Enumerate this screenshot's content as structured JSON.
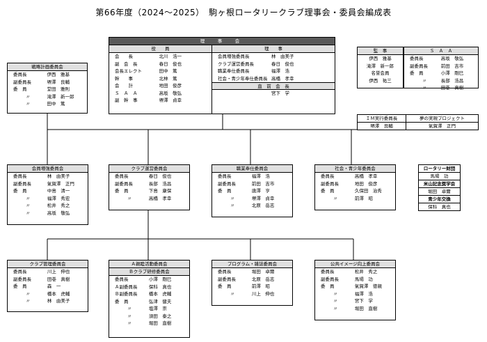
{
  "title": "第66年度（2024〜2025）　駒ヶ根ロータリークラブ理事会・委員会編成表",
  "board": {
    "header": "理　事　会",
    "officers": {
      "header": "役　　員",
      "rows": [
        {
          "role": "会　　長",
          "name": "北川　浩一"
        },
        {
          "role": "副　会　長",
          "name": "春日　俊也"
        },
        {
          "role": "会長エレクト",
          "name": "田中　篤"
        },
        {
          "role": "幹　　事",
          "name": "北林　篤"
        },
        {
          "role": "会　　計",
          "name": "地田　俊彦"
        },
        {
          "role": "Ｓ　Ａ　Ａ",
          "name": "高坂　敬弘"
        },
        {
          "role": "副　幹　事",
          "name": "堺澤　貞幸"
        }
      ]
    },
    "directors": {
      "header": "理　　事",
      "rows": [
        {
          "role": "会員増強委員長",
          "name": "林　由美子"
        },
        {
          "role": "クラブ運営委員長",
          "name": "春日　俊也"
        },
        {
          "role": "職業奉仕委員長",
          "name": "福澤　浩"
        },
        {
          "role": "社会・青少年奉仕委員長",
          "name": "高橋　孝幸"
        }
      ]
    },
    "past_president": {
      "header": "直　前　会　長",
      "name": "宮下　学"
    }
  },
  "strategy": {
    "header": "戦略計画委員会",
    "rows": [
      {
        "role": "委員長",
        "name": "伊西　雅基"
      },
      {
        "role": "副委員長",
        "name": "堺澤　良輔"
      },
      {
        "role": "委　員",
        "name": "堂田　雅則"
      },
      {
        "role": "〃",
        "name": "滝澤　新一郎"
      },
      {
        "role": "〃",
        "name": "田中　篤"
      }
    ]
  },
  "auditors": {
    "header": "監　事",
    "names": [
      "伊西　雅基",
      "滝澤　新一郎",
      "名誉会員",
      "伊西　祐三"
    ]
  },
  "saa": {
    "header": "Ｓ　Ａ　Ａ",
    "rows": [
      {
        "role": "委員長",
        "name": "高坂　敬弘"
      },
      {
        "role": "副委員長",
        "name": "前田　吉市"
      },
      {
        "role": "委　員",
        "name": "小澤　剛巳"
      },
      {
        "role": "〃",
        "name": "長部　浩昌"
      },
      {
        "role": "〃",
        "name": "田巻　真樹"
      }
    ]
  },
  "im": {
    "left_header": "ＩＭ実行委員長",
    "right_header": "夢の実現プロジェクト",
    "left_name": "堺澤　良輔",
    "right_name": "氣賀澤　正門"
  },
  "special": {
    "rows": [
      {
        "text": "ロータリー財団",
        "bold": true
      },
      {
        "text": "馬場　功",
        "bold": false
      },
      {
        "text": "米山記念奨学会",
        "bold": true
      },
      {
        "text": "堀田　卓爾",
        "bold": false
      },
      {
        "text": "青少年交換",
        "bold": true
      },
      {
        "text": "保科　真也",
        "bold": false
      }
    ]
  },
  "committees_mid": [
    {
      "header": "会員増強委員会",
      "rows": [
        {
          "role": "委員長",
          "name": "林　由美子"
        },
        {
          "role": "副委員長",
          "name": "氣賀澤　正門"
        },
        {
          "role": "委　員",
          "name": "中島　清一"
        },
        {
          "role": "〃",
          "name": "福澤　秀宏"
        },
        {
          "role": "〃",
          "name": "松井　秀之"
        },
        {
          "role": "〃",
          "name": "高坂　敬弘"
        }
      ]
    },
    {
      "header": "クラブ運営委員会",
      "rows": [
        {
          "role": "委員長",
          "name": "春日　俊也"
        },
        {
          "role": "副委員長",
          "name": "長部　浩昌"
        },
        {
          "role": "委　員",
          "name": "下島　康保"
        },
        {
          "role": "〃",
          "name": "高橋　孝幸"
        }
      ]
    },
    {
      "header": "職業奉仕委員会",
      "rows": [
        {
          "role": "委員長",
          "name": "福澤　浩"
        },
        {
          "role": "副委員長",
          "name": "前田　吉市"
        },
        {
          "role": "委　員",
          "name": "唐澤　亨"
        },
        {
          "role": "〃",
          "name": "堺澤　貞幸"
        },
        {
          "role": "〃",
          "name": "北原　岳志"
        }
      ]
    },
    {
      "header": "社会・青少年委員会",
      "rows": [
        {
          "role": "委員長",
          "name": "高橋　孝幸"
        },
        {
          "role": "副委員長",
          "name": "地田　俊彦"
        },
        {
          "role": "委　員",
          "name": "久保田　治秀"
        },
        {
          "role": "〃",
          "name": "前澤　昭"
        }
      ]
    }
  ],
  "committees_low": [
    {
      "header": "クラブ管理委員会",
      "rows": [
        {
          "role": "委員長",
          "name": "川上　伸也"
        },
        {
          "role": "副委員長",
          "name": "田巻　真樹"
        },
        {
          "role": "委　員",
          "name": "森　一"
        },
        {
          "role": "〃",
          "name": "橋本　虎輔"
        },
        {
          "role": "〃",
          "name": "林　由美子"
        }
      ]
    },
    {
      "header": "Ａ親睦活動委員会",
      "subheader": "Ｂクラブ研修委員会",
      "rows": [
        {
          "role": "委員長",
          "name": "小澤　剛巳"
        },
        {
          "role": "Ａ副委員長",
          "name": "保科　真也"
        },
        {
          "role": "Ｂ副委員長",
          "name": "橋本　虎輔"
        },
        {
          "role": "委　員",
          "name": "弘津　健夫"
        },
        {
          "role": "〃",
          "name": "塩澤　崇"
        },
        {
          "role": "〃",
          "name": "須田　泰之"
        },
        {
          "role": "〃",
          "name": "堀田　直樹"
        }
      ]
    },
    {
      "header": "プログラム・雑誌委員会",
      "rows": [
        {
          "role": "委員長",
          "name": "堀田　卓爾"
        },
        {
          "role": "副委員長",
          "name": "北原　岳志"
        },
        {
          "role": "委　員",
          "name": "前澤　昭"
        },
        {
          "role": "〃",
          "name": "川上　伸也"
        }
      ]
    },
    {
      "header": "公共イメージ向上委員会",
      "rows": [
        {
          "role": "委員長",
          "name": "松井　秀之"
        },
        {
          "role": "副委員長",
          "name": "馬場　功"
        },
        {
          "role": "委　員",
          "name": "氣賀澤　徳親"
        },
        {
          "role": "〃",
          "name": "福澤　浩"
        },
        {
          "role": "〃",
          "name": "宮下　学"
        },
        {
          "role": "〃",
          "name": "堀田　直樹"
        }
      ]
    }
  ]
}
